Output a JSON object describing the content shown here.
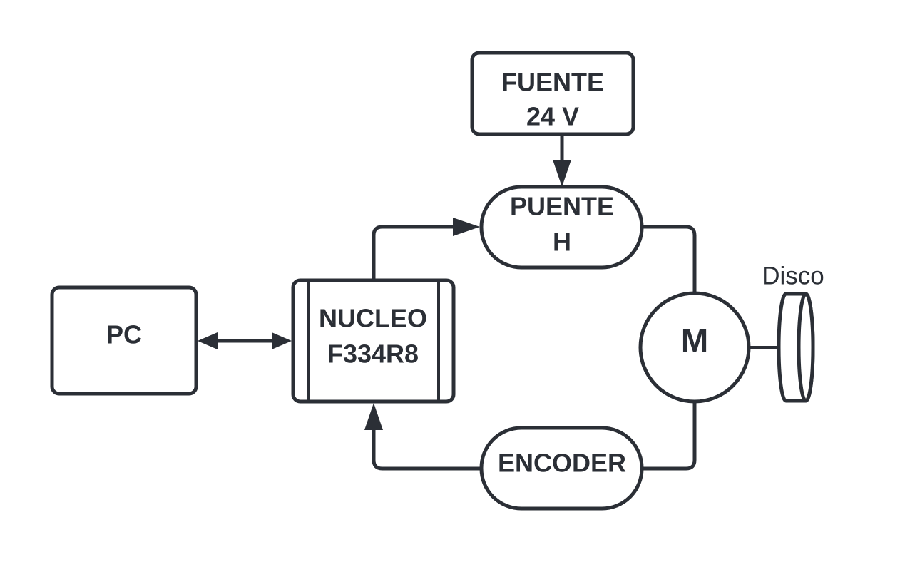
{
  "colors": {
    "stroke": "#2b2f36",
    "fill": "#ffffff",
    "background": "#ffffff"
  },
  "nodes": {
    "pc": {
      "label": "PC"
    },
    "nucleo": {
      "line1": "NUCLEO",
      "line2": "F334R8"
    },
    "fuente": {
      "line1": "FUENTE",
      "line2": "24 V"
    },
    "puente": {
      "line1": "PUENTE",
      "line2": "H"
    },
    "motor": {
      "label": "M"
    },
    "encoder": {
      "label": "ENCODER"
    },
    "disco": {
      "label": "Disco"
    }
  },
  "connections": [
    {
      "from": "pc",
      "to": "nucleo",
      "direction": "bidirectional"
    },
    {
      "from": "nucleo",
      "to": "puente",
      "direction": "forward"
    },
    {
      "from": "fuente",
      "to": "puente",
      "direction": "forward"
    },
    {
      "from": "puente",
      "to": "motor",
      "direction": "none"
    },
    {
      "from": "motor",
      "to": "encoder",
      "direction": "none"
    },
    {
      "from": "encoder",
      "to": "nucleo",
      "direction": "forward"
    },
    {
      "from": "motor",
      "to": "disco",
      "direction": "none"
    }
  ]
}
